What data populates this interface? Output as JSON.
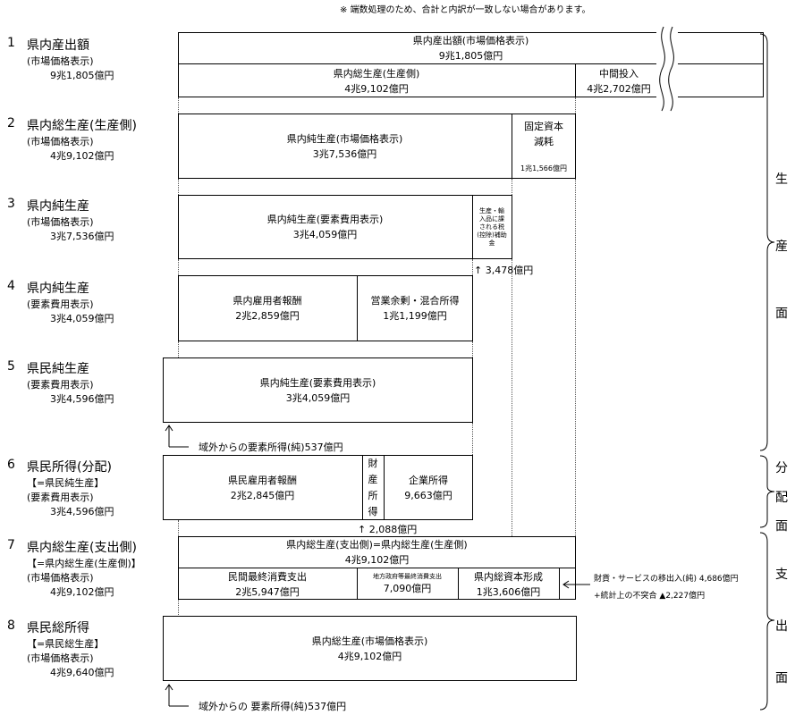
{
  "note": "※ 端数処理のため、合計と内訳が一致しない場合があります。",
  "rows": [
    {
      "num": "1",
      "title": "県内産出額",
      "sub1": "(市場価格表示)",
      "sub2": "",
      "value": "9兆1,805億円"
    },
    {
      "num": "2",
      "title": "県内総生産(生産側)",
      "sub1": "(市場価格表示)",
      "sub2": "",
      "value": "4兆9,102億円"
    },
    {
      "num": "3",
      "title": "県内純生産",
      "sub1": "(市場価格表示)",
      "sub2": "",
      "value": "3兆7,536億円"
    },
    {
      "num": "4",
      "title": "県内純生産",
      "sub1": "(要素費用表示)",
      "sub2": "",
      "value": "3兆4,059億円"
    },
    {
      "num": "5",
      "title": "県民純生産",
      "sub1": "(要素費用表示)",
      "sub2": "",
      "value": "3兆4,596億円"
    },
    {
      "num": "6",
      "title": "県民所得(分配)",
      "sub1": "【=県民純生産】",
      "sub2": "(要素費用表示)",
      "value": "3兆4,596億円"
    },
    {
      "num": "7",
      "title": "県内総生産(支出側)",
      "sub1": "【=県内総生産(生産側)】",
      "sub2": "(市場価格表示)",
      "value": "4兆9,102億円"
    },
    {
      "num": "8",
      "title": "県民総所得",
      "sub1": "【=県民総生産】",
      "sub2": "(市場価格表示)",
      "value": "4兆9,640億円"
    }
  ],
  "boxes": {
    "r1_top": {
      "label": "県内産出額(市場価格表示)",
      "value": "9兆1,805億円"
    },
    "r1_gdp": {
      "label": "県内総生産(生産側)",
      "value": "4兆9,102億円"
    },
    "r1_mid": {
      "label": "中間投入",
      "value": "4兆2,702億円"
    },
    "r2_ndp": {
      "label": "県内純生産(市場価格表示)",
      "value": "3兆7,536億円"
    },
    "r2_cfc": {
      "label": "固定資本減耗",
      "value": "1兆1,566億円"
    },
    "r3_ndp": {
      "label": "県内純生産(要素費用表示)",
      "value": "3兆4,059億円"
    },
    "r3_tax": {
      "label": "生産・輸入品に課される税(控除)補助金"
    },
    "r3_arrow": "↑ 3,478億円",
    "r4_comp": {
      "label": "県内雇用者報酬",
      "value": "2兆2,859億円"
    },
    "r4_surplus": {
      "label": "営業余剰・混合所得",
      "value": "1兆1,199億円"
    },
    "r5_ndp": {
      "label": "県内純生産(要素費用表示)",
      "value": "3兆4,059億円"
    },
    "r5_arrow": "域外からの要素所得(純)537億円",
    "r6_comp": {
      "label": "県民雇用者報酬",
      "value": "2兆2,845億円"
    },
    "r6_prop": {
      "label": "財産所得"
    },
    "r6_corp": {
      "label": "企業所得",
      "value": "9,663億円"
    },
    "r6_arrow": "↑ 2,088億円",
    "r7_top": {
      "label": "県内総生産(支出側)=県内総生産(生産側)",
      "value": "4兆9,102億円"
    },
    "r7_cons": {
      "label": "民間最終消費支出",
      "value": "2兆5,947億円"
    },
    "r7_gov": {
      "label": "地方政府等最終消費支出",
      "value": "7,090億円"
    },
    "r7_gfcf": {
      "label": "県内総資本形成",
      "value": "1兆3,606億円"
    },
    "r7_net": "財貨・サービスの移出入(純) 4,686億円",
    "r7_disc": "+統計上の不突合 ▲2,227億円",
    "r8_gdp": {
      "label": "県内総生産(市場価格表示)",
      "value": "4兆9,102億円"
    },
    "r8_arrow": "域外からの 要素所得(純)537億円"
  },
  "sides": {
    "production": [
      "生",
      "産",
      "面"
    ],
    "distribution": [
      "分",
      "配",
      "面"
    ],
    "expenditure": [
      "支",
      "出",
      "面"
    ]
  }
}
